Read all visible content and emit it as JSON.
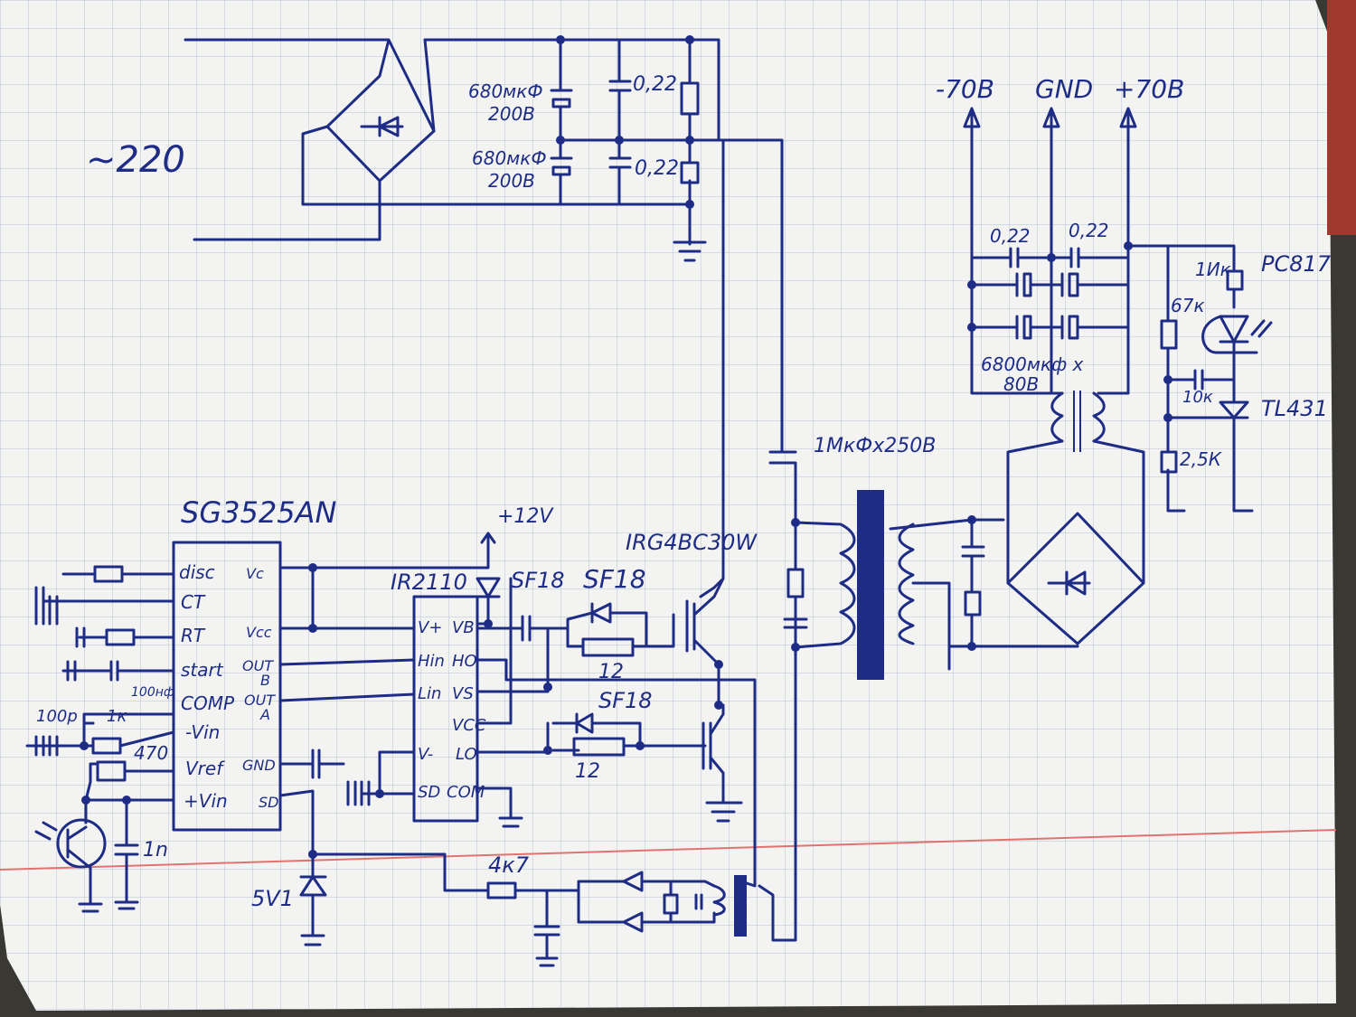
{
  "labels": {
    "mains": "~220",
    "cap1": "680мкФ",
    "cap1v": "200В",
    "cap2": "680мкФ",
    "cap2v": "200В",
    "c022a": "0,22",
    "c022b": "0,22",
    "out_neg": "-70В",
    "out_gnd": "GND",
    "out_pos": "+70В",
    "c022c": "0,22",
    "c022d": "0,22",
    "r1k": "1Ик",
    "pc817": "PC817",
    "r67k": "67к",
    "cap6800": "6800мкф х",
    "cap6800v": "80В",
    "r10k": "10к",
    "tl431": "TL431",
    "r25k": "2,5К",
    "cap_1mkf": "1МкФх250В",
    "sg3525": "SG3525AN",
    "plus12": "+12V",
    "ir2110": "IR2110",
    "sf18a": "SF18",
    "sf18b": "SF18",
    "sf18c": "SF18",
    "irg": "IRG4BC30W",
    "r12a": "12",
    "r12b": "12",
    "r4k7": "4к7",
    "z5v1": "5V1",
    "c100p": "100р",
    "r1kb": "1к",
    "r470": "470",
    "c1n": "1n",
    "c100nf": "100нф"
  },
  "sg_pins_left": [
    "disc",
    "CT",
    "RT",
    "start",
    "COMP",
    "-Vin",
    "Vref",
    "+Vin"
  ],
  "sg_pins_right": [
    "Vc",
    "Vcc",
    "OUT",
    "B",
    "OUT",
    "A",
    "GND",
    "SD"
  ],
  "ir_pins_left": [
    "V+",
    "Hin",
    "Lin",
    "V-",
    "SD"
  ],
  "ir_pins_right": [
    "VB",
    "HO",
    "VS",
    "VCC",
    "LO",
    "COM"
  ],
  "colors": {
    "paper": "#f3f4f2",
    "grid": "#b6c2d6",
    "ink": "#1e2c86",
    "margin_line": "#e0736f"
  }
}
